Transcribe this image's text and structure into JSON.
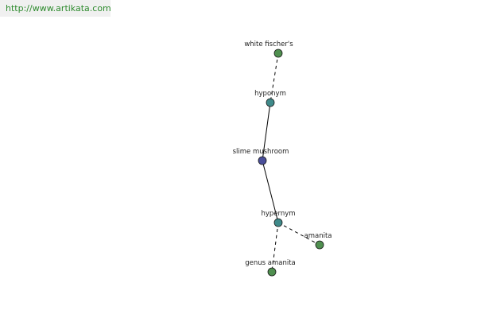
{
  "header": {
    "url": "http://www.artikata.com"
  },
  "graph": {
    "colors": {
      "center": "#4a4f9a",
      "relation": "#3f8a8a",
      "leaf": "#4f8f4f",
      "edge": "#000000",
      "node_stroke": "#1a1a1a"
    },
    "nodes": [
      {
        "id": "white_fischers",
        "label": "white fischer's",
        "kind": "leaf"
      },
      {
        "id": "hyponym",
        "label": "hyponym",
        "kind": "relation"
      },
      {
        "id": "slime_mushroom",
        "label": "slime mushroom",
        "kind": "center"
      },
      {
        "id": "hypernym",
        "label": "hypernym",
        "kind": "relation"
      },
      {
        "id": "amanita",
        "label": "amanita",
        "kind": "leaf"
      },
      {
        "id": "genus_amanita",
        "label": "genus amanita",
        "kind": "leaf"
      }
    ],
    "edges": [
      {
        "from": "white_fischers",
        "to": "hyponym",
        "style": "dashed"
      },
      {
        "from": "hyponym",
        "to": "slime_mushroom",
        "style": "solid"
      },
      {
        "from": "slime_mushroom",
        "to": "hypernym",
        "style": "solid"
      },
      {
        "from": "hypernym",
        "to": "amanita",
        "style": "dashed"
      },
      {
        "from": "hypernym",
        "to": "genus_amanita",
        "style": "dashed"
      }
    ]
  }
}
